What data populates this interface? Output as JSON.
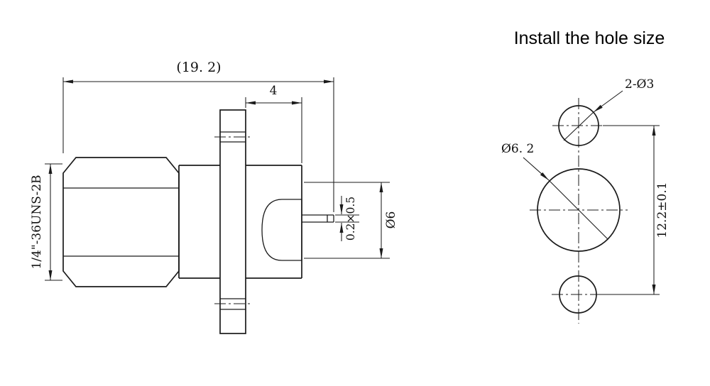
{
  "colors": {
    "line": "#1b1b1b",
    "background": "#ffffff"
  },
  "side_view": {
    "dim_total_length": "(19. 2)",
    "dim_flange_to_tip": "4",
    "dim_pin_tip": "0.2×0.5",
    "dim_body_diameter": "Ø6",
    "thread_spec": "1/4\"-36UNS-2B"
  },
  "hole_layout_view": {
    "title": "Install the hole size",
    "dim_mount_holes": "2-Ø3",
    "dim_center_hole": "Ø6. 2",
    "dim_hole_spacing": "12.2±0.1"
  }
}
